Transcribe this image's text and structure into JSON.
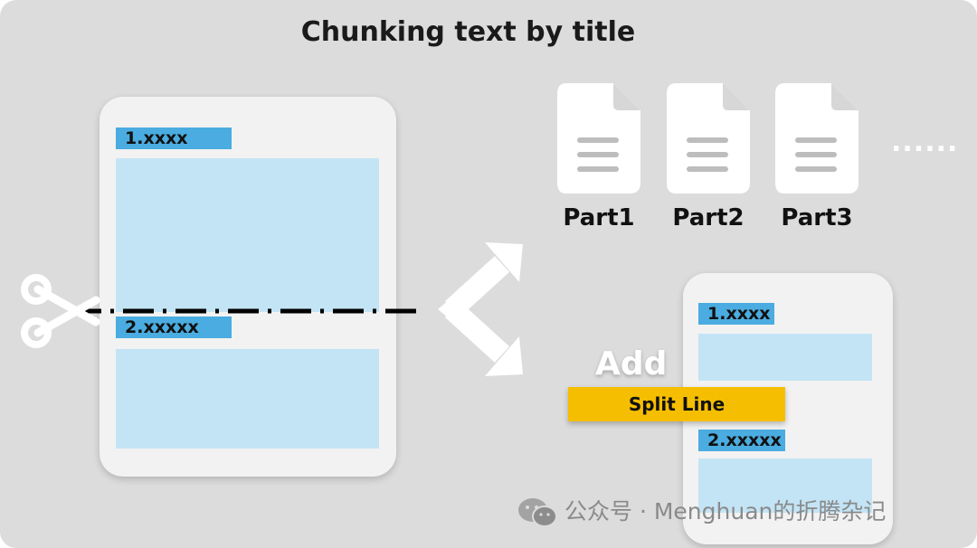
{
  "title": "Chunking text by title",
  "source_document": {
    "sections": [
      {
        "heading": "1.xxxx"
      },
      {
        "heading": "2.xxxxx"
      }
    ]
  },
  "icons": {
    "scissors": "scissors-icon",
    "split_arrows": "fork-arrow-icon",
    "document": "document-icon",
    "wechat": "wechat-icon"
  },
  "result_parts": [
    {
      "label": "Part1"
    },
    {
      "label": "Part2"
    },
    {
      "label": "Part3"
    }
  ],
  "more_parts": "......",
  "alternative": {
    "action": "Add",
    "marker": "Split Line",
    "sections": [
      {
        "heading": "1.xxxx"
      },
      {
        "heading": "2.xxxxx"
      }
    ]
  },
  "watermark": "公众号 · Menghuan的折腾杂记",
  "colors": {
    "background": "#dcdcdc",
    "card": "#f2f2f2",
    "heading": "#4aace0",
    "content_block": "#c3e4f5",
    "split_line": "#f6be00"
  }
}
